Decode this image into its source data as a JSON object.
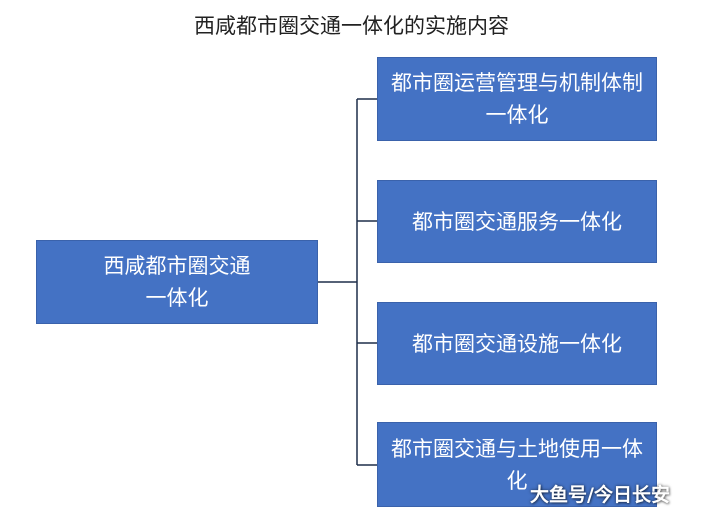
{
  "title": "西咸都市圈交通一体化的实施内容",
  "root": {
    "label": "西咸都市圈交通一体化"
  },
  "children": [
    {
      "label": "都市圈运营管理与机制体制一体化"
    },
    {
      "label": "都市圈交通服务一体化"
    },
    {
      "label": "都市圈交通设施一体化"
    },
    {
      "label": "都市圈交通与土地使用一体化"
    }
  ],
  "watermark": "大鱼号/今日长安",
  "colors": {
    "box_fill": "#4472c4",
    "box_text": "#ffffff",
    "connector": "#1f2f4a"
  }
}
